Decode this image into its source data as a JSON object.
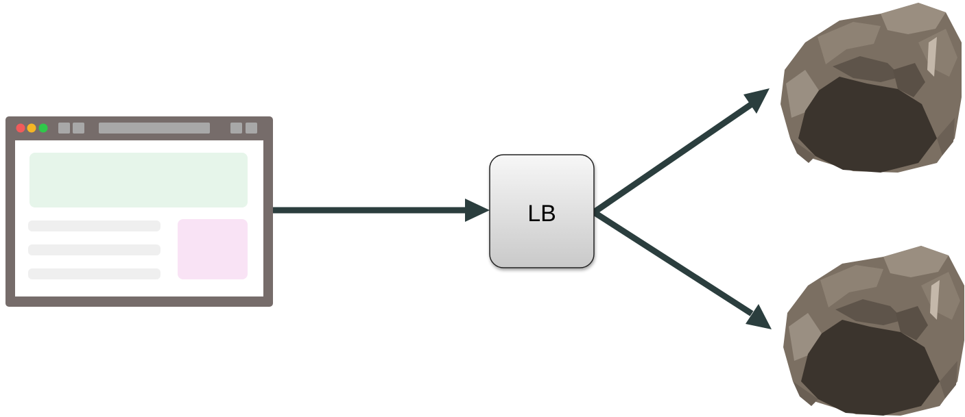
{
  "diagram": {
    "browser": {
      "icon": "browser-window-icon",
      "frame_color": "#766c6a",
      "traffic_lights": [
        "#f15b5b",
        "#f5b625",
        "#2fc84a"
      ],
      "hero_color": "#e6f5ea",
      "side_panel_color": "#f9e3f5",
      "placeholder_line_color": "#efefef"
    },
    "load_balancer": {
      "label": "LB",
      "fill_top": "#f7f7f7",
      "fill_bottom": "#c9c9c9",
      "border_color": "#222222"
    },
    "arrows": {
      "color": "#2b3e3e",
      "edges": [
        {
          "from": "browser",
          "to": "load_balancer"
        },
        {
          "from": "load_balancer",
          "to": "server-top"
        },
        {
          "from": "load_balancer",
          "to": "server-bottom"
        }
      ]
    },
    "servers": [
      {
        "id": "server-top",
        "icon": "rock-icon"
      },
      {
        "id": "server-bottom",
        "icon": "rock-icon"
      }
    ]
  }
}
